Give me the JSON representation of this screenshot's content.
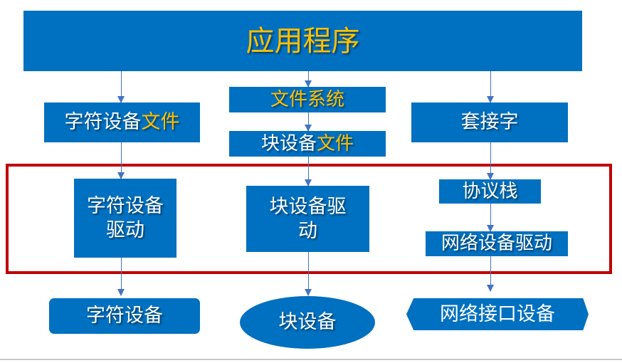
{
  "colors": {
    "box": "#0070c0",
    "highlight_text": "#ffc000",
    "arrow": "#4472c4",
    "frame": "#c00000"
  },
  "app": {
    "label": "应用程序"
  },
  "char_file": {
    "part1": "字符设备",
    "part2": "文件"
  },
  "fs": {
    "label": "文件系统"
  },
  "block_file": {
    "part1": "块设备",
    "part2": "文件"
  },
  "socket": {
    "label": "套接字"
  },
  "char_driver": {
    "line1": "字符设备",
    "line2": "驱动"
  },
  "block_driver": {
    "line1": "块设备驱",
    "line2": "动"
  },
  "protocol_stack": {
    "label": "协议栈"
  },
  "net_driver": {
    "label": "网络设备驱动"
  },
  "char_device": {
    "label": "字符设备"
  },
  "block_device": {
    "label": "块设备"
  },
  "net_device": {
    "label": "网络接口设备"
  }
}
